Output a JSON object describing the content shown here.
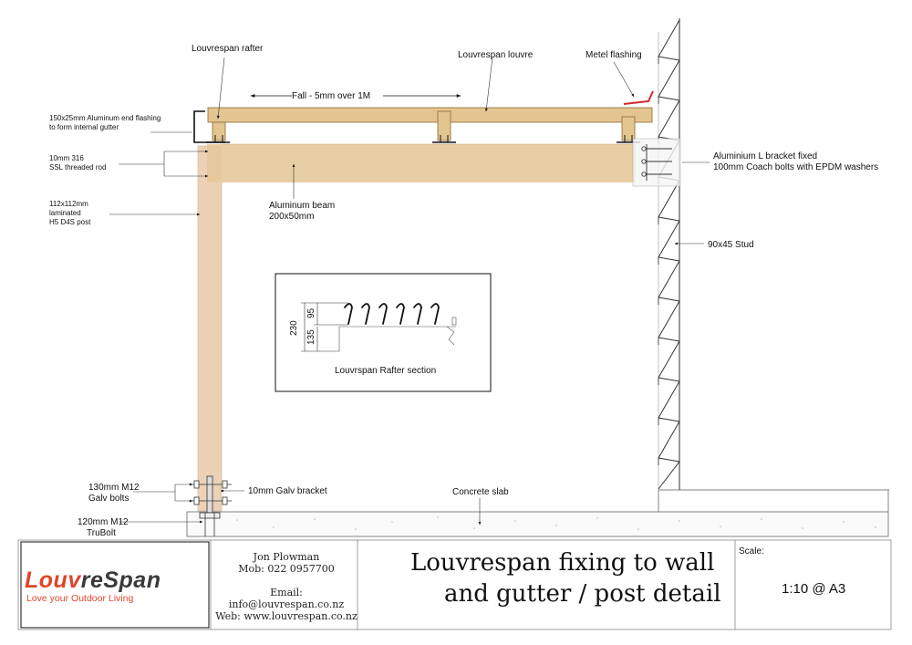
{
  "labels": {
    "rafter": "Louvrespan rafter",
    "louvre": "Louvrespan louvre",
    "flashing": "Metel flashing",
    "fall": "Fall - 5mm over 1M",
    "end_flashing_1": "150x25mm Aluminum end flashing",
    "end_flashing_2": "to form internal gutter",
    "rod_1": "10mm 316",
    "rod_2": "SSL threaded rod",
    "post_1": "112x112mm",
    "post_2": "laminated",
    "post_3": "H5 D4S post",
    "beam_1": "Aluminum beam",
    "beam_2": "200x50mm",
    "bracket_1": "Aluminium L bracket fixed",
    "bracket_2": "100mm Coach bolts with EPDM washers",
    "stud": "90x45 Stud",
    "section_title": "Louvrspan Rafter section",
    "dim_230": "230",
    "dim_95": "95",
    "dim_135": "135",
    "galv_bolts_1": "130mm M12",
    "galv_bolts_2": "Galv bolts",
    "galv_bracket": "10mm Galv bracket",
    "trubolt_1": "120mm M12",
    "trubolt_2": "TruBolt",
    "slab": "Concrete slab"
  },
  "title_block": {
    "logo_part1": "Louv",
    "logo_part2": "re",
    "logo_part3": "Span",
    "tagline": "Love your Outdoor Living",
    "name": "Jon Plowman",
    "mobile": "Mob: 022 0957700",
    "email": "Email: info@louvrespan.co.nz",
    "web": "Web: www.louvrespan.co.nz",
    "title_line1": "Louvrespan fixing to wall",
    "title_line2": "and gutter / post detail",
    "scale_label": "Scale:",
    "scale_value": "1:10 @ A3"
  },
  "colors": {
    "timber": "#e3c58f",
    "timber_dark": "#c9a66b",
    "post": "#ecd1b6",
    "flashing_red": "#d8262b",
    "logo_orange": "#e0452b",
    "logo_dark": "#3a3a3a"
  }
}
